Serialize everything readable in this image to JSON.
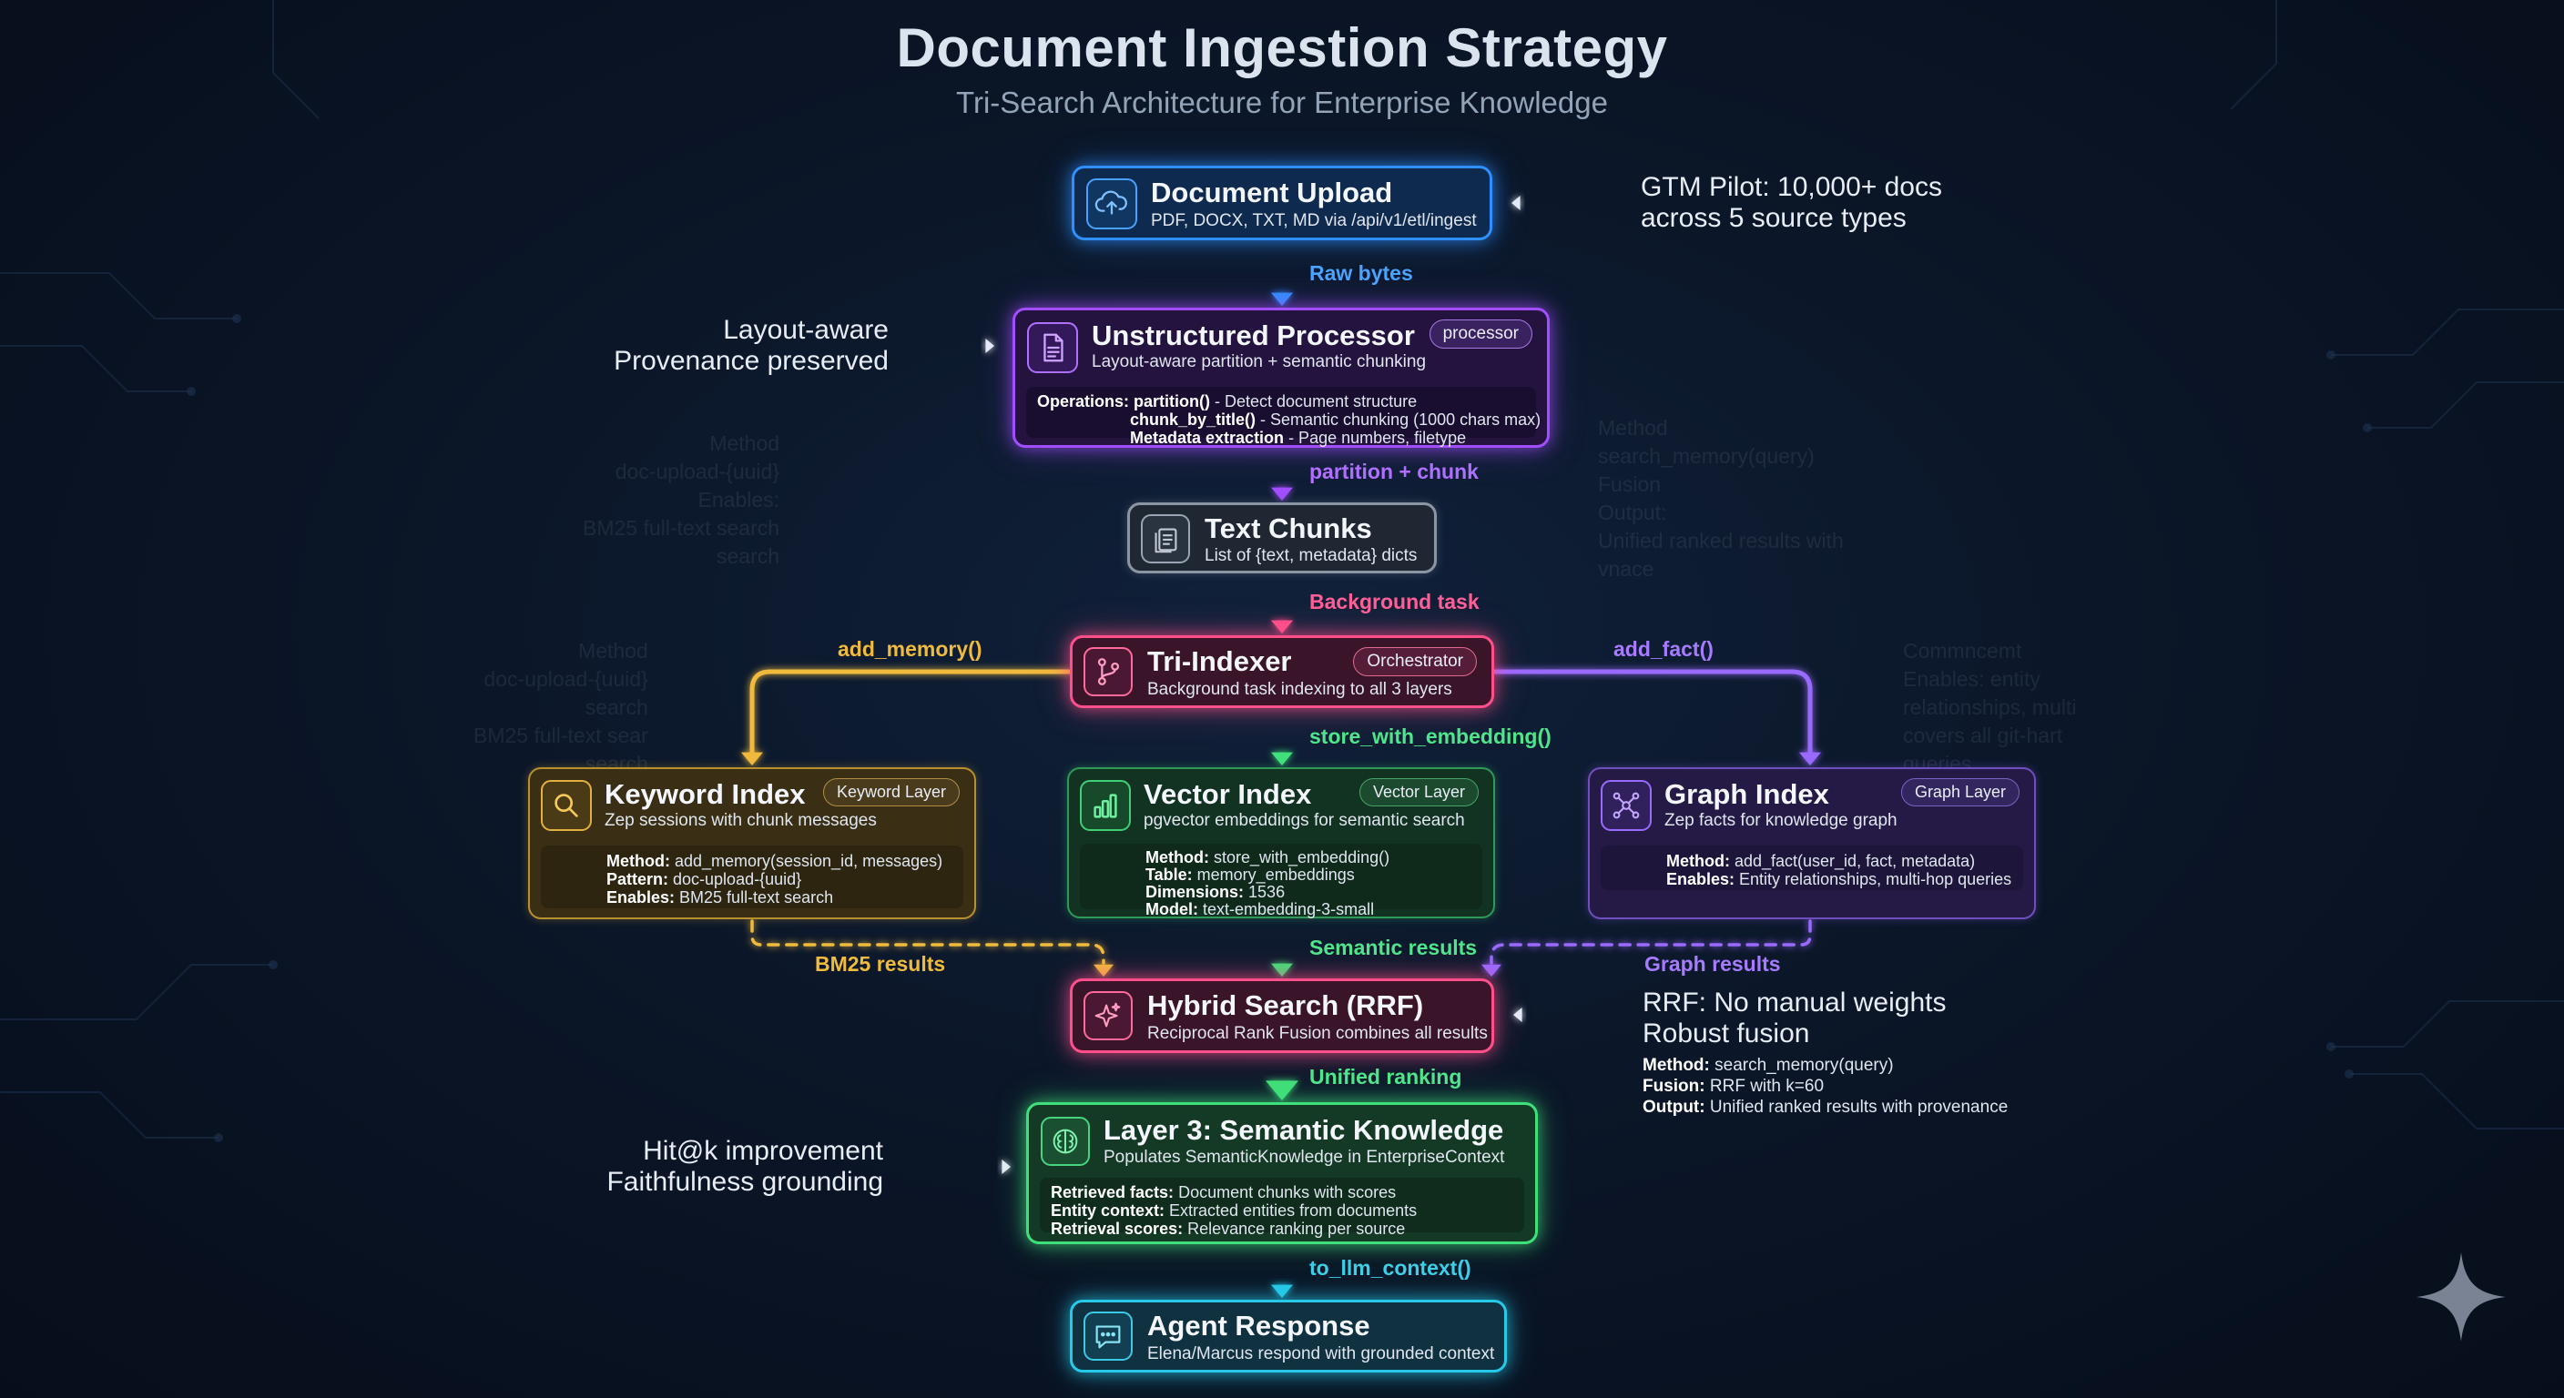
{
  "header": {
    "title": "Document Ingestion Strategy",
    "subtitle": "Tri-Search Architecture for Enterprise Knowledge"
  },
  "colors": {
    "blue": "#2f8fff",
    "purple": "#a24dff",
    "gray": "#8b96a5",
    "pink": "#ff4f8a",
    "yellow": "#f0bb3c",
    "green": "#3fe07a",
    "violet": "#9a6bff",
    "cyan": "#27c9e8"
  },
  "nodes": {
    "upload": {
      "title": "Document Upload",
      "subtitle": "PDF, DOCX, TXT, MD via /api/v1/etl/ingest",
      "icon": "cloud-upload-icon"
    },
    "processor": {
      "title": "Unstructured Processor",
      "badge": "processor",
      "subtitle": "Layout-aware partition + semantic chunking",
      "icon": "document-icon",
      "ops_label": "Operations:",
      "ops": [
        {
          "name": "partition()",
          "desc": " - Detect document structure"
        },
        {
          "name": "chunk_by_title()",
          "desc": " - Semantic chunking (1000 chars max)"
        },
        {
          "name": "Metadata extraction",
          "desc": " - Page numbers, filetype"
        }
      ]
    },
    "chunks": {
      "title": "Text Chunks",
      "subtitle": "List of {text, metadata} dicts",
      "icon": "stacked-pages-icon"
    },
    "indexer": {
      "title": "Tri-Indexer",
      "badge": "Orchestrator",
      "subtitle": "Background task indexing to all 3 layers",
      "icon": "branch-icon"
    },
    "keyword": {
      "title": "Keyword Index",
      "badge": "Keyword Layer",
      "subtitle": "Zep sessions with chunk messages",
      "icon": "magnifier-icon",
      "details": [
        {
          "k": "Method:",
          "v": " add_memory(session_id, messages)"
        },
        {
          "k": "Pattern:",
          "v": " doc-upload-{uuid}"
        },
        {
          "k": "Enables:",
          "v": " BM25 full-text search"
        }
      ]
    },
    "vector": {
      "title": "Vector Index",
      "badge": "Vector Layer",
      "subtitle": "pgvector embeddings for semantic search",
      "icon": "bar-chart-icon",
      "details": [
        {
          "k": "Method:",
          "v": " store_with_embedding()"
        },
        {
          "k": "Table:",
          "v": " memory_embeddings"
        },
        {
          "k": "Dimensions:",
          "v": " 1536"
        },
        {
          "k": "Model:",
          "v": " text-embedding-3-small"
        }
      ]
    },
    "graph": {
      "title": "Graph Index",
      "badge": "Graph Layer",
      "subtitle": "Zep facts for knowledge graph",
      "icon": "network-icon",
      "details": [
        {
          "k": "Method:",
          "v": " add_fact(user_id, fact, metadata)"
        },
        {
          "k": "Enables:",
          "v": " Entity relationships, multi-hop queries"
        }
      ]
    },
    "hybrid": {
      "title": "Hybrid Search (RRF)",
      "subtitle": "Reciprocal Rank Fusion combines all results",
      "icon": "sparkle-icon"
    },
    "semantic": {
      "title": "Layer 3: Semantic Knowledge",
      "subtitle": "Populates SemanticKnowledge in EnterpriseContext",
      "icon": "brain-icon",
      "details": [
        {
          "k": "Retrieved facts:",
          "v": " Document chunks with scores"
        },
        {
          "k": "Entity context:",
          "v": " Extracted entities from documents"
        },
        {
          "k": "Retrieval scores:",
          "v": " Relevance ranking per source"
        }
      ]
    },
    "agent": {
      "title": "Agent Response",
      "subtitle": "Elena/Marcus respond with grounded context",
      "icon": "chat-bubble-icon"
    }
  },
  "edges": {
    "raw_bytes": "Raw bytes",
    "partition_chunk": "partition + chunk",
    "background_task": "Background task",
    "add_memory": "add_memory()",
    "add_fact": "add_fact()",
    "store_with_embedding": "store_with_embedding()",
    "bm25_results": "BM25 results",
    "semantic_results": "Semantic results",
    "graph_results": "Graph results",
    "unified_ranking": "Unified ranking",
    "to_llm_context": "to_llm_context()"
  },
  "annotations": {
    "gtm": [
      "GTM Pilot: 10,000+ docs",
      "across 5 source types"
    ],
    "layout": [
      "Layout-aware",
      "Provenance preserved"
    ],
    "rrf": [
      "RRF: No manual weights",
      "Robust fusion"
    ],
    "rrf_details": [
      {
        "k": "Method:",
        "v": " search_memory(query)"
      },
      {
        "k": "Fusion:",
        "v": " RRF with k=60"
      },
      {
        "k": "Output:",
        "v": " Unified ranked results with provenance"
      }
    ],
    "hit": [
      "Hit@k improvement",
      "Faithfulness grounding"
    ]
  }
}
